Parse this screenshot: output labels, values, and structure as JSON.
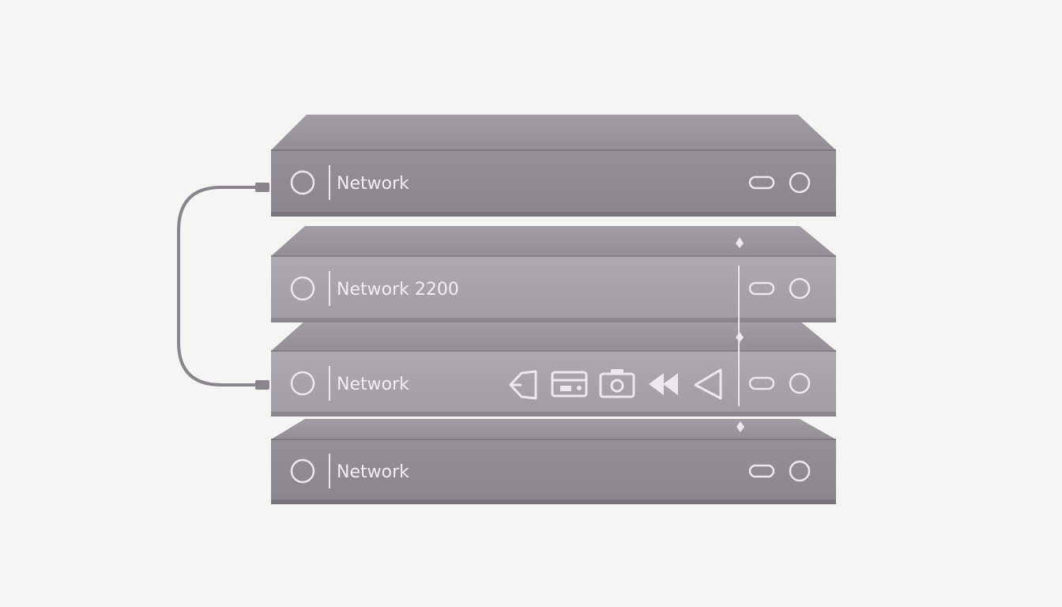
{
  "units": [
    {
      "label": "Network",
      "shade": "dark"
    },
    {
      "label": "Network 2200",
      "shade": "light"
    },
    {
      "label": "Network",
      "shade": "light"
    },
    {
      "label": "Network",
      "shade": "dark"
    }
  ],
  "unit3_icons": [
    "speaker-icon",
    "card-reader-icon",
    "camera-icon",
    "rewind-icon",
    "speaker-icon"
  ],
  "colors": {
    "background": "#f5f5f4",
    "unit_dark_front": "#8f8a92",
    "unit_light_front": "#a9a3ab",
    "unit_top": "#9a949c",
    "edge": "#79747c",
    "detail": "#f1eef2",
    "cable": "#8a858d"
  }
}
